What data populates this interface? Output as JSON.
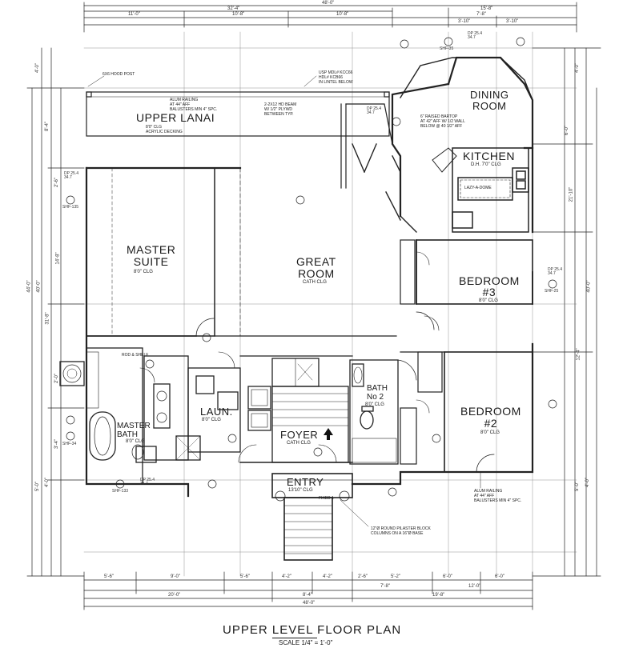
{
  "title": "UPPER LEVEL FLOOR PLAN",
  "title_underlined_word": "LEVEL",
  "scale": "SCALE 1/4\" = 1'-0\"",
  "rooms": [
    {
      "name": "UPPER LANAI",
      "sub": "8'0\" CLG\nACRYLIC DECKING"
    },
    {
      "name": "DINING\nROOM",
      "sub": ""
    },
    {
      "name": "KITCHEN",
      "sub": "D.H.   7'0\" CLG"
    },
    {
      "name": "MASTER\nSUITE",
      "sub": "8'0\" CLG"
    },
    {
      "name": "GREAT\nROOM",
      "sub": "CATH CLG"
    },
    {
      "name": "BEDROOM\n#3",
      "sub": "8'0\" CLG"
    },
    {
      "name": "BEDROOM\n#2",
      "sub": "8'0\" CLG"
    },
    {
      "name": "MASTER\nBATH",
      "sub": "8'0\" CLG"
    },
    {
      "name": "LAUN.",
      "sub": "8'0\" CLG"
    },
    {
      "name": "FOYER",
      "sub": "CATH CLG"
    },
    {
      "name": "BATH\nNo 2",
      "sub": "8'0\" CLG"
    },
    {
      "name": "ENTRY",
      "sub": "13'10\" CLG"
    }
  ],
  "notes": [
    "6X6 HOOD POST",
    "USP MDL# KCC66\nHDL# KCB66\nIN LINTEL BELOW",
    "ALUM RAILING\nAT 44\" AFF\nBALUSTERS MIN 4\" SPC.",
    "2-2X12 HD BEAM\nW/ 1/2\" PLYWD\nBETWEEN TYP.",
    "6\" RAISED BARTOP\nAT 42\" AFF W/ 1/2 WALL\nBELOW @ 40 1/2\" AFF",
    "LAZY-A-DOME",
    "ROD & SHELF",
    "ALUM RAILING\nAT 44\" AFF\nBALUSTERS MIN 4\" SPC.",
    "12\"Ø ROUND PILASTER BLOCK\nCOLUMNS ON A 16\"Ø BASE",
    "FIXED 1"
  ],
  "dimensions": {
    "top": [
      "48'-0\"",
      "32'-4\"",
      "11'-0\"",
      "10'-8\"",
      "10'-8\"",
      "15'-8\"",
      "7'-8\"",
      "3'-10\"",
      "3'-10\""
    ],
    "bottom": [
      "5'-6\"",
      "9'-0\"",
      "5'-6\"",
      "4'-2\"",
      "4'-2\"",
      "2'-6\"",
      "5'-2\"",
      "6'-0\"",
      "6'-0\"",
      "20'-0\"",
      "8'-4\"",
      "7'-8\"",
      "12'-0\"",
      "19'-8\"",
      "48'-0\""
    ],
    "left": [
      "4'-0\"",
      "8'-4\"",
      "2'-6\"",
      "14'-8\"",
      "31'-8\"",
      "40'-0\"",
      "44'-0\"",
      "2'-0\"",
      "3'-4\"",
      "5'-0\"",
      "4'-0\""
    ],
    "right": [
      "4'-0\"",
      "6'-0\"",
      "21'-10\"",
      "40'-0\"",
      "12'-4\"",
      "5'-0\"",
      "4'-0\""
    ]
  },
  "tags": [
    "DP 25.4 34.7",
    "SHF-25",
    "SHF-35",
    "SHF-135",
    "SHF-133",
    "SHF-34"
  ]
}
